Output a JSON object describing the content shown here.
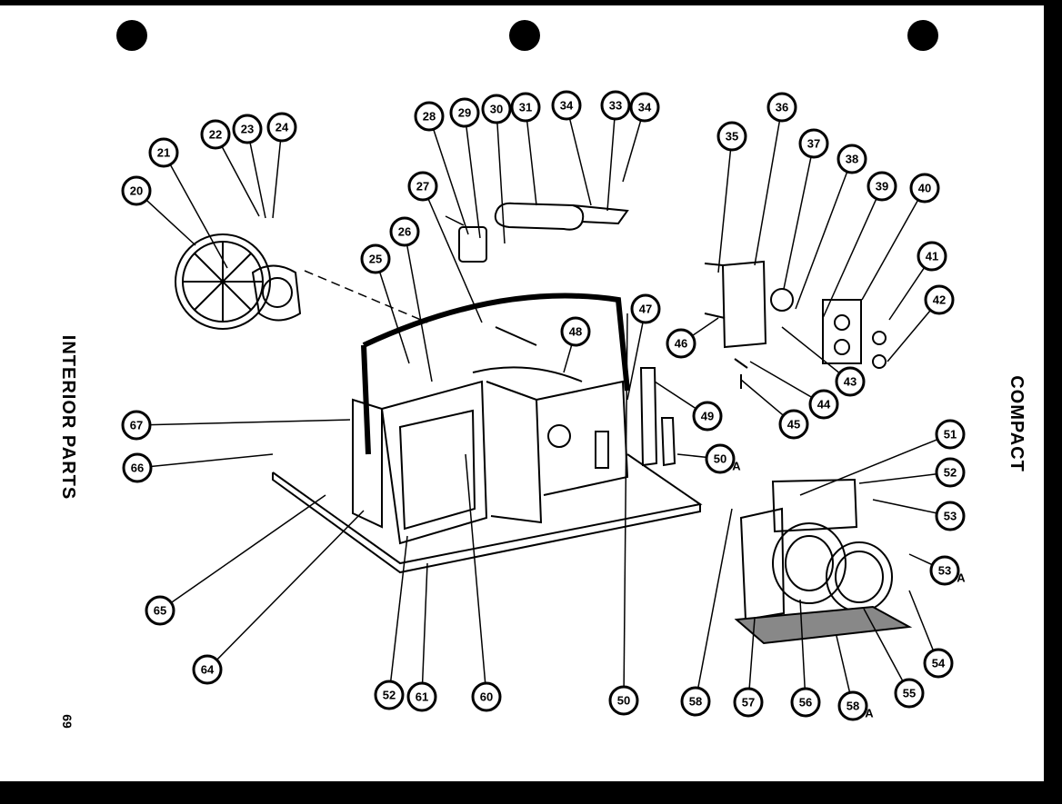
{
  "page": {
    "left_title": "INTERIOR PARTS",
    "right_title": "COMPACT",
    "page_number": "69"
  },
  "callouts": [
    {
      "label": "20",
      "suffix": ""
    },
    {
      "label": "21",
      "suffix": ""
    },
    {
      "label": "22",
      "suffix": ""
    },
    {
      "label": "23",
      "suffix": ""
    },
    {
      "label": "24",
      "suffix": ""
    },
    {
      "label": "25",
      "suffix": ""
    },
    {
      "label": "26",
      "suffix": ""
    },
    {
      "label": "27",
      "suffix": ""
    },
    {
      "label": "28",
      "suffix": ""
    },
    {
      "label": "29",
      "suffix": ""
    },
    {
      "label": "30",
      "suffix": ""
    },
    {
      "label": "31",
      "suffix": ""
    },
    {
      "label": "34",
      "suffix": ""
    },
    {
      "label": "33",
      "suffix": ""
    },
    {
      "label": "34",
      "suffix": ""
    },
    {
      "label": "35",
      "suffix": ""
    },
    {
      "label": "36",
      "suffix": ""
    },
    {
      "label": "37",
      "suffix": ""
    },
    {
      "label": "38",
      "suffix": ""
    },
    {
      "label": "39",
      "suffix": ""
    },
    {
      "label": "40",
      "suffix": ""
    },
    {
      "label": "41",
      "suffix": ""
    },
    {
      "label": "42",
      "suffix": ""
    },
    {
      "label": "43",
      "suffix": ""
    },
    {
      "label": "44",
      "suffix": ""
    },
    {
      "label": "45",
      "suffix": ""
    },
    {
      "label": "46",
      "suffix": ""
    },
    {
      "label": "47",
      "suffix": ""
    },
    {
      "label": "48",
      "suffix": ""
    },
    {
      "label": "49",
      "suffix": ""
    },
    {
      "label": "50",
      "suffix": "A"
    },
    {
      "label": "51",
      "suffix": ""
    },
    {
      "label": "52",
      "suffix": ""
    },
    {
      "label": "53",
      "suffix": ""
    },
    {
      "label": "53",
      "suffix": "A"
    },
    {
      "label": "54",
      "suffix": ""
    },
    {
      "label": "55",
      "suffix": ""
    },
    {
      "label": "58",
      "suffix": "A"
    },
    {
      "label": "56",
      "suffix": ""
    },
    {
      "label": "57",
      "suffix": ""
    },
    {
      "label": "58",
      "suffix": ""
    },
    {
      "label": "50",
      "suffix": ""
    },
    {
      "label": "60",
      "suffix": ""
    },
    {
      "label": "61",
      "suffix": ""
    },
    {
      "label": "52",
      "suffix": ""
    },
    {
      "label": "64",
      "suffix": ""
    },
    {
      "label": "65",
      "suffix": ""
    },
    {
      "label": "66",
      "suffix": ""
    },
    {
      "label": "67",
      "suffix": ""
    }
  ]
}
